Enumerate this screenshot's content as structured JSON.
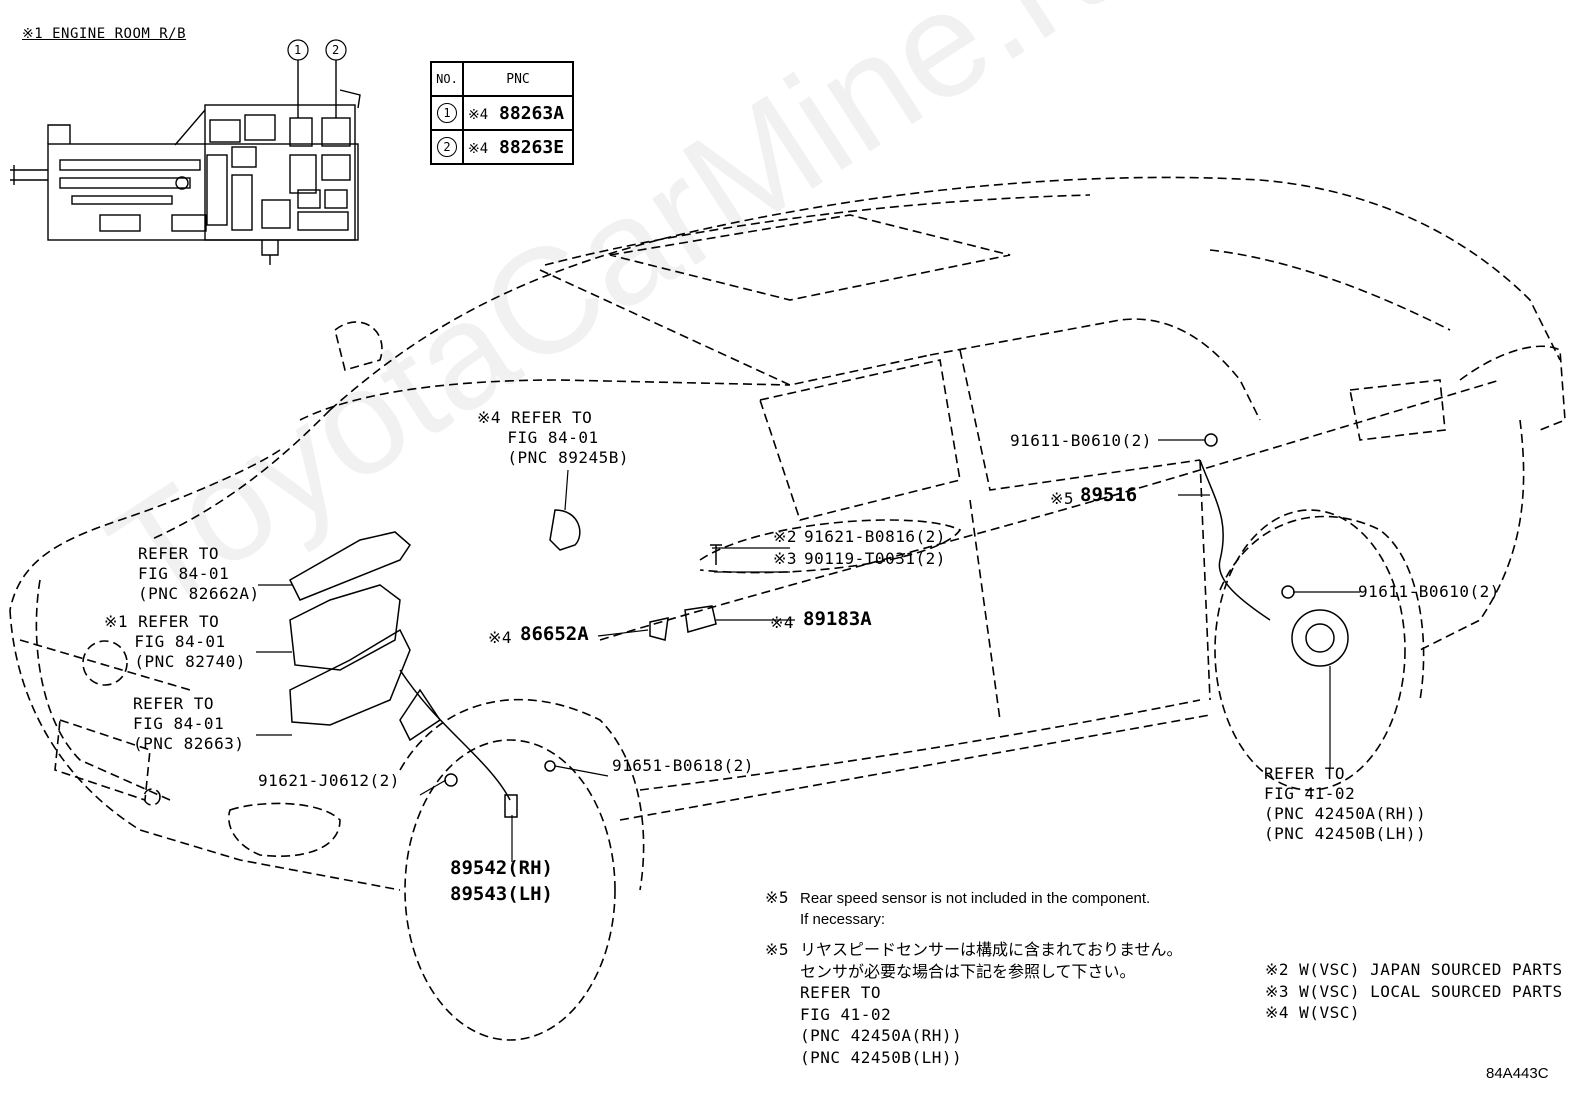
{
  "engine_room_title": "※1 ENGINE ROOM R/B",
  "pnc_table": {
    "header_no": "NO.",
    "header_pnc": "PNC",
    "rows": [
      {
        "no": "1",
        "mark": "※4",
        "pnc": "88263A"
      },
      {
        "no": "2",
        "mark": "※4",
        "pnc": "88263E"
      }
    ]
  },
  "callouts": {
    "inset_1": "1",
    "inset_2": "2",
    "refer_89245b": "※4 REFER TO\n   FIG 84-01\n   (PNC 89245B)",
    "refer_82662a": "REFER TO\nFIG 84-01\n(PNC 82662A)",
    "refer_82740": "※1 REFER TO\n   FIG 84-01\n   (PNC 82740)",
    "refer_82663": "REFER TO\nFIG 84-01\n(PNC 82663)",
    "bolt_91621_j0612": "91621-J0612(2)",
    "bolt_91651_b0618": "91651-B0618(2)",
    "sensor_89542": "89542(RH)",
    "sensor_89543": "89543(LH)",
    "mark_2": "※2",
    "bolt_91621_b0816": "91621-B0816(2)",
    "mark_3": "※3",
    "nut_90119_t0031": "90119-T0031(2)",
    "mark_4a": "※4",
    "bracket_86652a": "86652A",
    "mark_4b": "※4",
    "sensor_89183a": "89183A",
    "bolt_91611_b0610_top": "91611-B0610(2)",
    "mark_5": "※5",
    "sensor_89516": "89516",
    "bolt_91611_b0610_right": "91611-B0610(2)",
    "refer_42450": "REFER TO\nFIG 41-02\n(PNC 42450A(RH))\n(PNC 42450B(LH))"
  },
  "notes": {
    "note5_en_mark": "※5",
    "note5_en": "Rear speed sensor is not included in the component.\nIf necessary:",
    "note5_jp_mark": "※5",
    "note5_jp": "リヤスピードセンサーは構成に含まれておりません。\nセンサが必要な場合は下記を参照して下さい。",
    "note5_refer": "REFER TO\nFIG 41-02\n(PNC 42450A(RH))\n(PNC 42450B(LH))",
    "legend": "※2 W(VSC) JAPAN SOURCED PARTS\n※3 W(VSC) LOCAL SOURCED PARTS\n※4 W(VSC)"
  },
  "figure_code": "84A443C",
  "watermark": "ToyotaCarMine.ru"
}
